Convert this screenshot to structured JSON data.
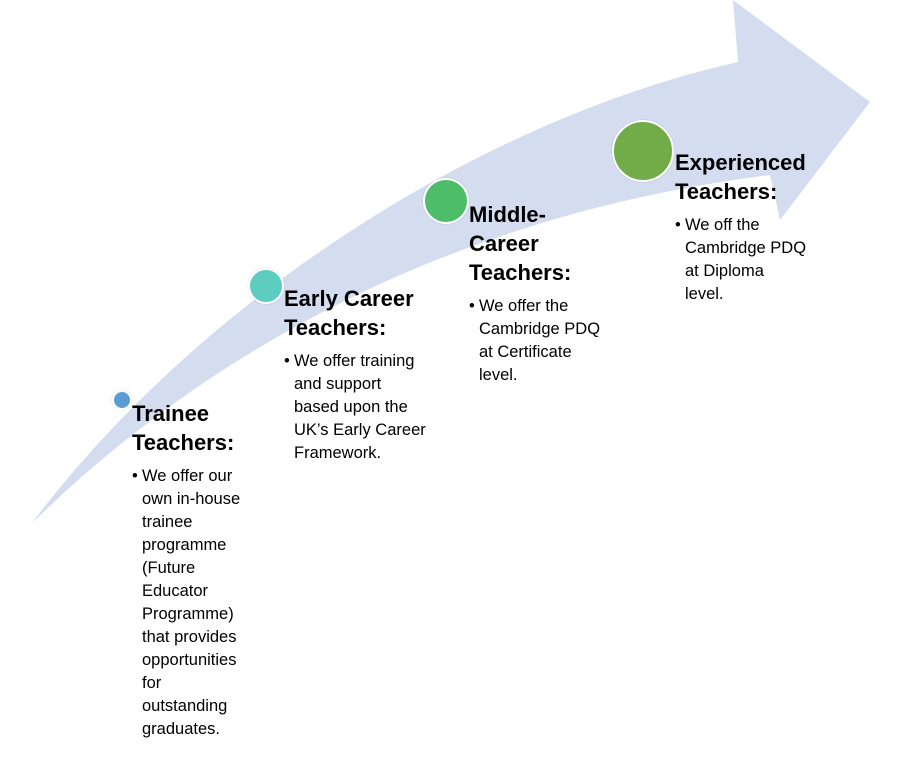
{
  "diagram": {
    "arrow_color": "#d3ddef",
    "stages": [
      {
        "title_lines": [
          "Trainee",
          "Teachers:"
        ],
        "bullet": "•",
        "description_lines": [
          "We offer our",
          "own in-house",
          "trainee",
          "programme",
          "(Future",
          "Educator",
          "Programme)",
          "that provides",
          "opportunities",
          "for",
          "outstanding",
          "graduates."
        ],
        "dot_color": "#5b9bd5"
      },
      {
        "title_lines": [
          "Early Career",
          "Teachers:"
        ],
        "bullet": "•",
        "description_lines": [
          "We offer training",
          "and support",
          "based upon the",
          "UK’s Early Career",
          "Framework."
        ],
        "dot_color": "#5ccdc0"
      },
      {
        "title_lines": [
          "Middle-",
          "Career",
          "Teachers:"
        ],
        "bullet": "•",
        "description_lines": [
          "We offer the",
          "Cambridge PDQ",
          "at Certificate",
          "level."
        ],
        "dot_color": "#4dbd6a"
      },
      {
        "title_lines": [
          "Experienced",
          "Teachers:"
        ],
        "bullet": "•",
        "description_lines": [
          "We off the",
          "Cambridge PDQ",
          "at Diploma",
          "level."
        ],
        "dot_color": "#72ac48"
      }
    ]
  }
}
